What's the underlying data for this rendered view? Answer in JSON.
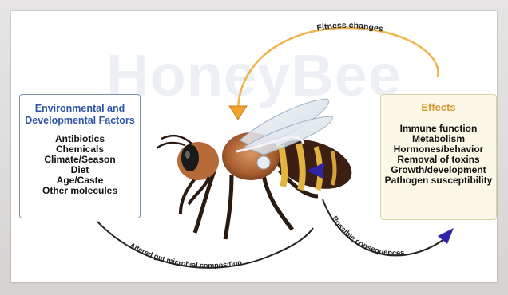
{
  "left_box": {
    "title_line1": "Environmental and",
    "title_line2": "Developmental Factors",
    "items": [
      "Antibiotics",
      "Chemicals",
      "Climate/Season",
      "Diet",
      "Age/Caste",
      "Other molecules"
    ]
  },
  "right_box": {
    "title": "Effects",
    "items": [
      "Immune function",
      "Metabolism",
      "Hormones/behavior",
      "Removal of toxins",
      "Growth/development",
      "Pathogen susceptibility"
    ]
  },
  "arrows": {
    "top": "Fitness changes",
    "bottom_left": "Altered gut microbial composition",
    "bottom_right": "Possible consequences"
  },
  "watermark": "HoneyBee",
  "colors": {
    "top_arrow": "#f0b54a",
    "bottom_arrow": "#222222",
    "purple_arrowhead": "#2f24a8",
    "left_title": "#2e55a8",
    "right_title": "#d89a34"
  },
  "icons": {
    "main": "honeybee-illustration"
  }
}
